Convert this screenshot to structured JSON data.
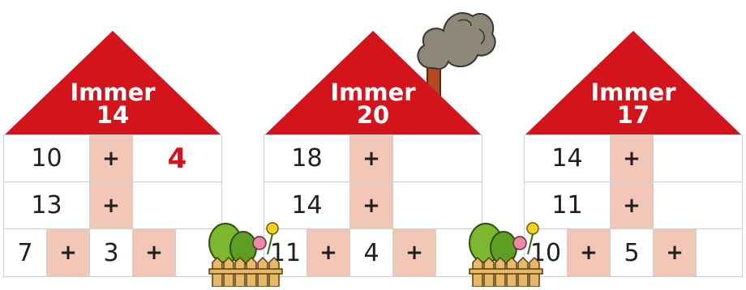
{
  "houses": [
    {
      "title1": "Immer",
      "title2": "14",
      "rows": [
        [
          "10",
          "+",
          "4"
        ],
        [
          "13",
          "+",
          ""
        ],
        [
          "7",
          "+",
          "3",
          "+",
          ""
        ]
      ]
    },
    {
      "title1": "Immer",
      "title2": "20",
      "rows": [
        [
          "18",
          "+",
          ""
        ],
        [
          "14",
          "+",
          ""
        ],
        [
          "11",
          "+",
          "4",
          "+",
          ""
        ]
      ]
    },
    {
      "title1": "Immer",
      "title2": "17",
      "rows": [
        [
          "14",
          "+",
          ""
        ],
        [
          "11",
          "+",
          ""
        ],
        [
          "10",
          "+",
          "5",
          "+",
          ""
        ]
      ]
    }
  ],
  "colors": {
    "roof": "#d4141c",
    "operator_bg": "#f2c7b8",
    "answer": "#d4141c",
    "smoke": "#8d8777"
  },
  "icons": [
    "smoke-cloud-icon",
    "chimney-icon",
    "garden-fence-bush-icon"
  ]
}
